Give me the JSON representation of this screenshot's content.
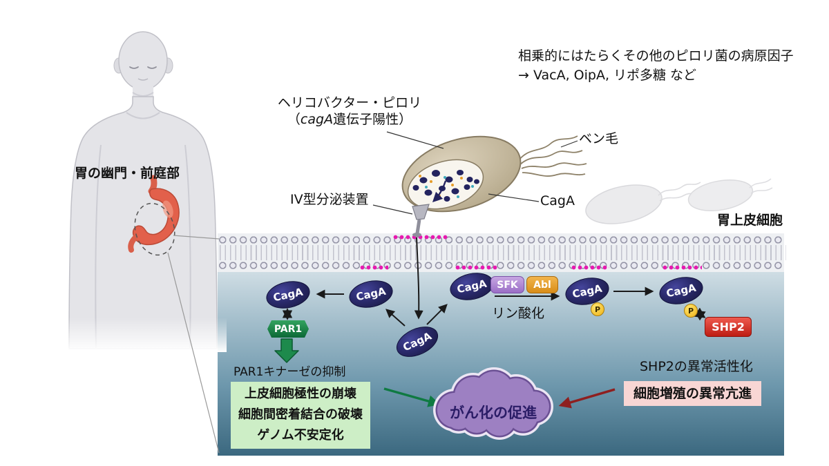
{
  "anatomy": {
    "region_label": "胃の幽門・前庭部"
  },
  "top_note": {
    "line1": "相乗的にはたらくその他のピロリ菌の病原因子",
    "line2": "→ VacA, OipA, リポ多糖 など"
  },
  "pathogen": {
    "name_line1": "ヘリコバクター・ピロリ",
    "name_paren_open": "（",
    "name_gene": "cagA",
    "name_paren_rest": "遺伝子陽性）",
    "flagella_label": "ベン毛",
    "secretion_label": "IV型分泌装置",
    "caga_label": "CagA"
  },
  "cell": {
    "label": "胃上皮細胞"
  },
  "molecules": {
    "caga": "CagA",
    "sfk": "SFK",
    "abl": "Abl",
    "par1": "PAR1",
    "shp2": "SHP2",
    "phosphate": "P",
    "phosphorylation": "リン酸化"
  },
  "effects": {
    "par1": "PAR1キナーゼの抑制",
    "shp2": "SHP2の異常活性化",
    "green_box_line1": "上皮細胞極性の崩壊",
    "green_box_line2": "細胞間密着結合の破壊",
    "green_box_line3": "ゲノム不安定化",
    "pink_box": "細胞増殖の異常亢進",
    "cloud": "がん化の促進"
  },
  "colors": {
    "caga_oval": "#22225a",
    "par1_green": "#0e7a42",
    "shp2_red": "#c01e14",
    "cloud_purple": "#9d80c2",
    "membrane_dot_magenta": "#e619b0"
  }
}
